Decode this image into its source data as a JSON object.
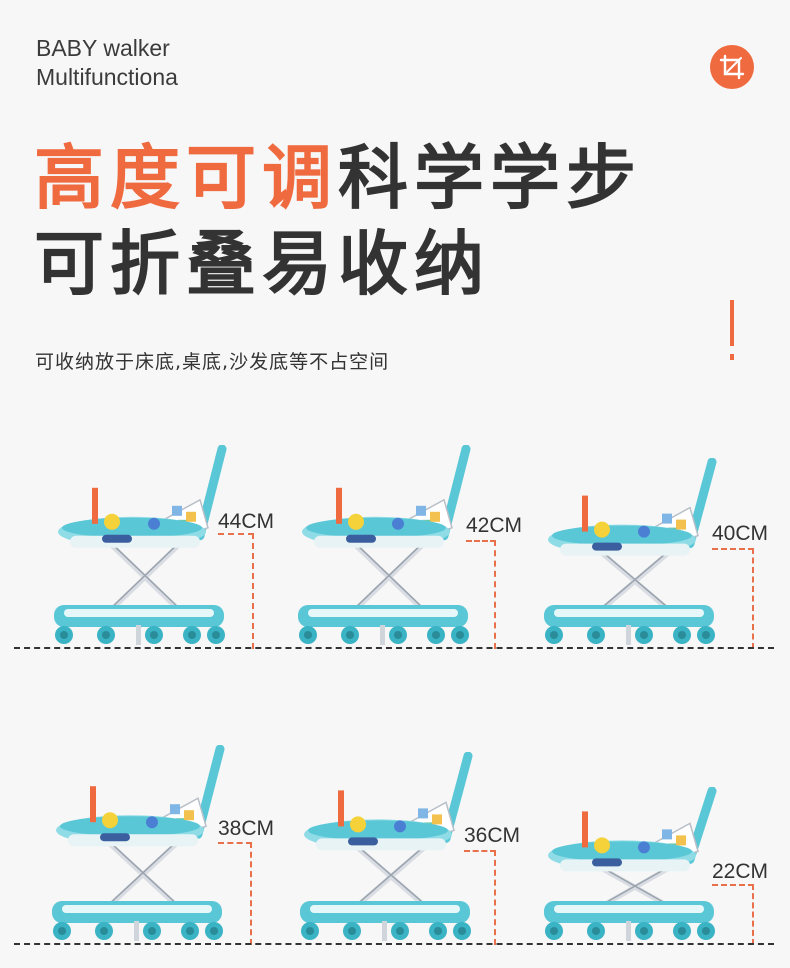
{
  "header": {
    "brand_line1": "BABY walker",
    "brand_line2": "Multifunctiona",
    "badge_icon": "crop-icon"
  },
  "headline": {
    "line1_accent": "高度可调",
    "line1_rest": "科学学步",
    "line2": "可折叠易收纳"
  },
  "subtitle": "可收纳放于床底,桌底,沙发底等不占空间",
  "colors": {
    "accent": "#f06a3f",
    "text": "#333333",
    "walker_frame": "#5ac7d6",
    "walker_tray": "#8fdce6"
  },
  "heights": [
    {
      "label": "44CM"
    },
    {
      "label": "42CM"
    },
    {
      "label": "40CM"
    },
    {
      "label": "38CM"
    },
    {
      "label": "36CM"
    },
    {
      "label": "22CM"
    }
  ]
}
